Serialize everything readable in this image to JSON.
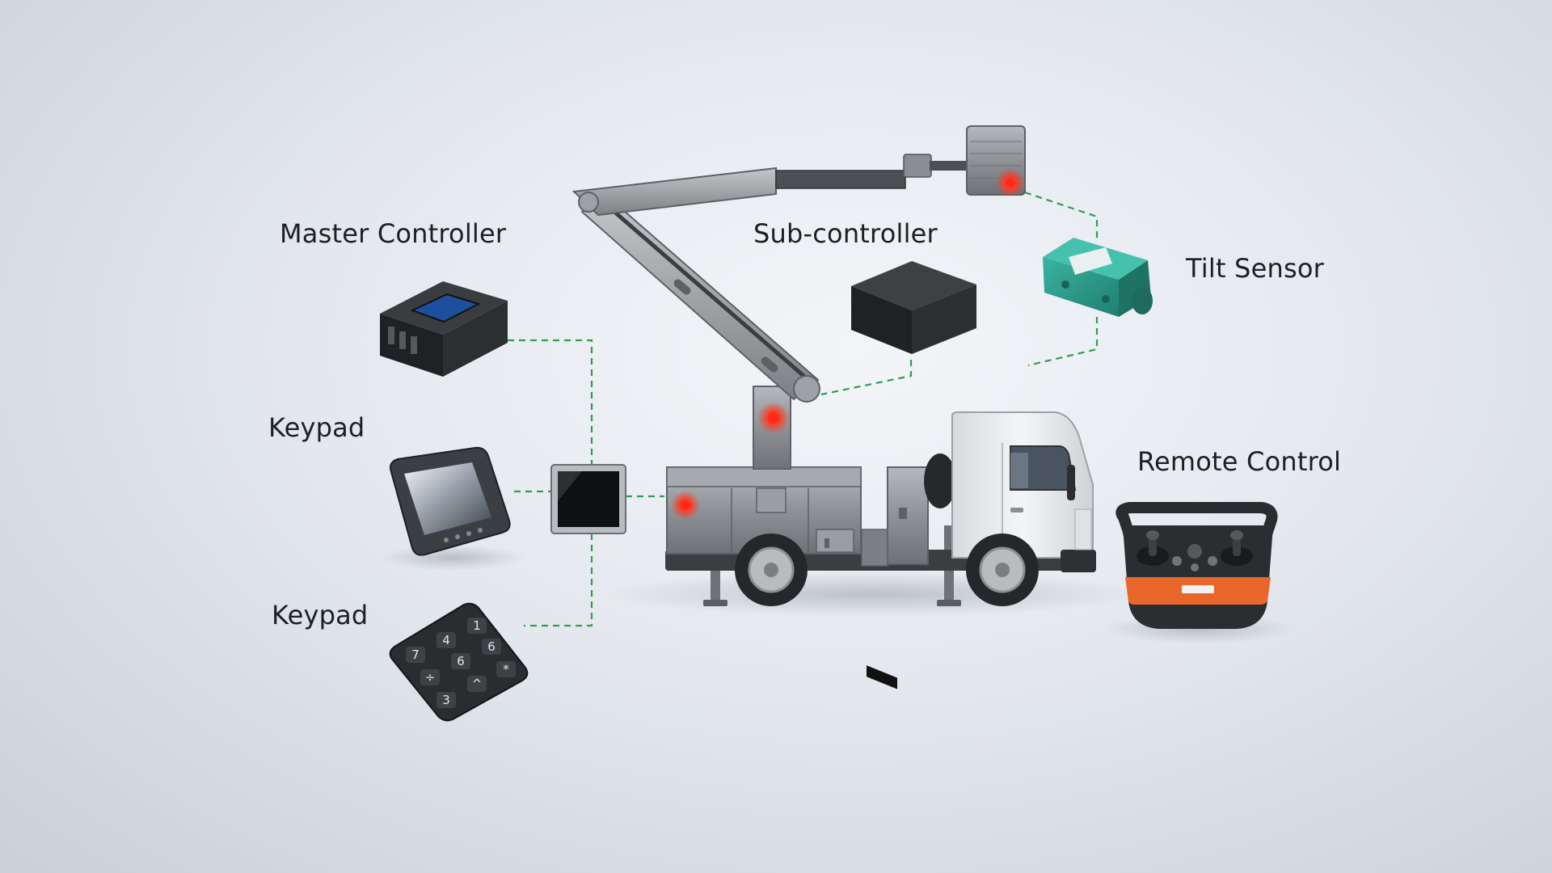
{
  "labels": {
    "master_controller": "Master Controller",
    "sub_controller": "Sub-controller",
    "tilt_sensor": "Tilt Sensor",
    "keypad_display": "Keypad",
    "keypad_buttons": "Keypad",
    "remote_control": "Remote Control"
  },
  "keypad_keys": [
    "7",
    "4",
    "1",
    "÷",
    "6",
    "6",
    "3",
    "^",
    "*"
  ],
  "colors": {
    "connector_line": "#2e9e4f",
    "indicator_led": "#ff2a1a",
    "tilt_sensor_body": "#2f9e8c",
    "remote_accent": "#e8662a",
    "device_dark": "#2b2d31",
    "truck_body": "#8c8f93",
    "cab": "#eef0f2"
  },
  "icons": {
    "master_controller": "controller-box-icon",
    "sub_controller": "controller-box-icon",
    "tilt_sensor": "tilt-sensor-icon",
    "keypad_display": "display-keypad-icon",
    "keypad_buttons": "button-keypad-icon",
    "remote_control": "joystick-remote-icon",
    "hub": "display-hub-icon",
    "vehicle": "aerial-lift-truck-icon"
  }
}
